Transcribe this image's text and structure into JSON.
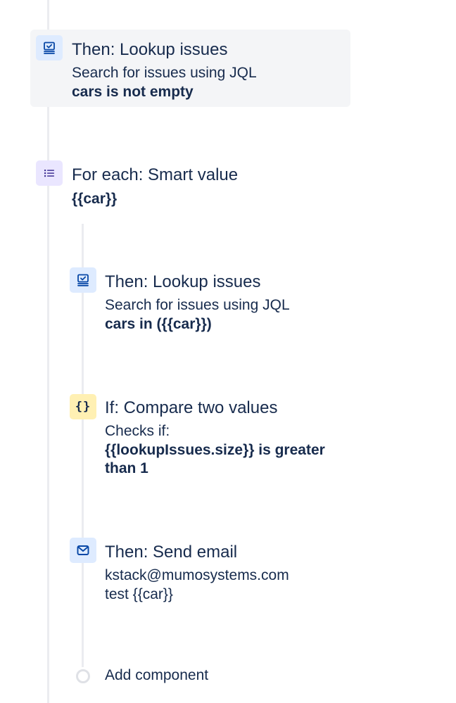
{
  "components": [
    {
      "title": "Then: Lookup issues",
      "description": "Search for issues using JQL",
      "detail": "cars is not empty",
      "icon": "lookup-issues-icon",
      "color": "#deebff",
      "selected": true
    },
    {
      "title": "For each: Smart value",
      "detail": "{{car}}",
      "icon": "list-icon",
      "color": "#eae6ff"
    },
    {
      "title": "Then: Lookup issues",
      "description": "Search for issues using JQL",
      "detail": "cars in ({{car}})",
      "icon": "lookup-issues-icon",
      "color": "#deebff"
    },
    {
      "title": "If: Compare two values",
      "description": "Checks if:",
      "detail": "{{lookupIssues.size}} is greater than 1",
      "icon": "braces-icon",
      "icon_glyph": "{}",
      "color": "#fff0b3"
    },
    {
      "title": "Then: Send email",
      "description": "kstack@mumosystems.com",
      "detail": "test {{car}}",
      "icon": "email-icon",
      "color": "#deebff"
    }
  ],
  "add_component_label": "Add component"
}
